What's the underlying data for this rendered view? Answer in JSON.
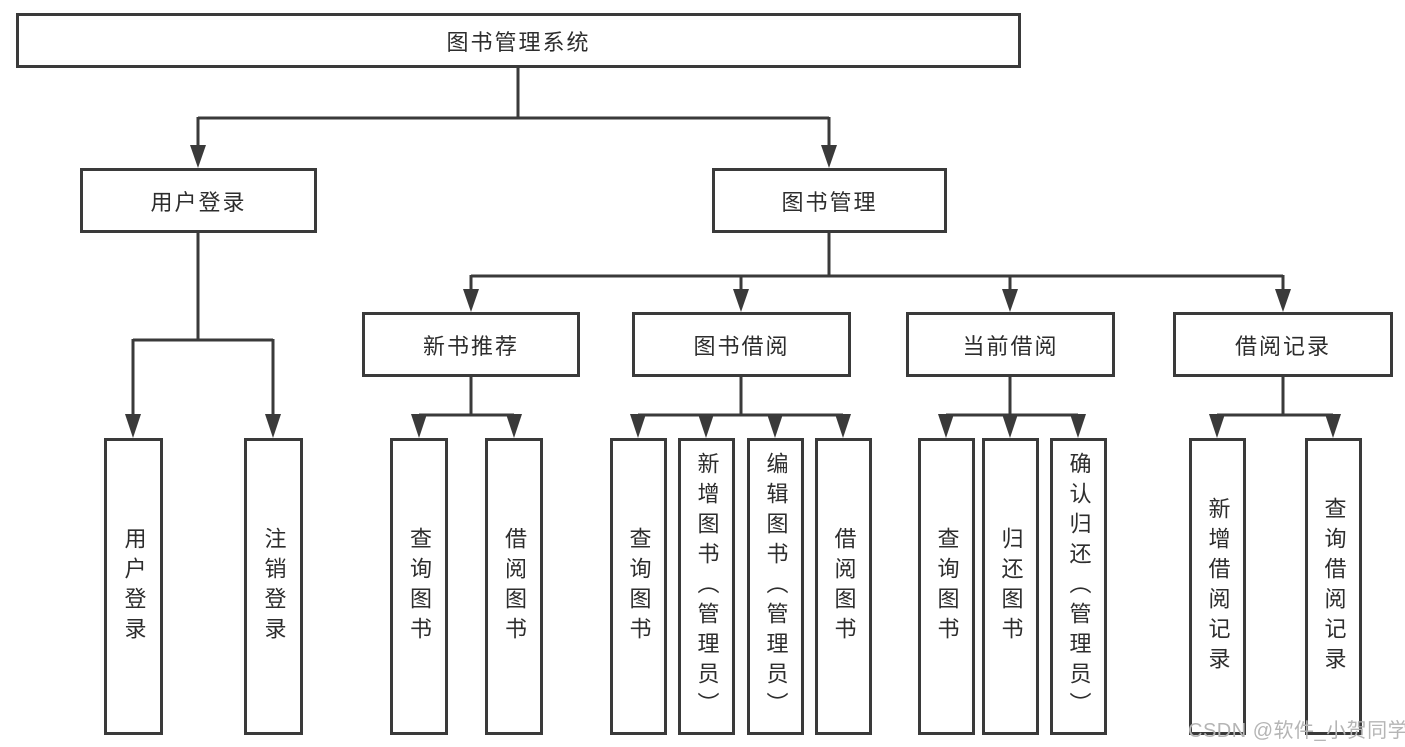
{
  "diagram": {
    "root": {
      "label": "图书管理系统"
    },
    "branches": [
      {
        "label": "用户登录",
        "children": [
          {
            "label": "用户登录"
          },
          {
            "label": "注销登录"
          }
        ]
      },
      {
        "label": "图书管理",
        "children": [
          {
            "label": "新书推荐",
            "children": [
              {
                "label": "查询图书"
              },
              {
                "label": "借阅图书"
              }
            ]
          },
          {
            "label": "图书借阅",
            "children": [
              {
                "label": "查询图书"
              },
              {
                "label": "新增图书（管理员）"
              },
              {
                "label": "编辑图书（管理员）"
              },
              {
                "label": "借阅图书"
              }
            ]
          },
          {
            "label": "当前借阅",
            "children": [
              {
                "label": "查询图书"
              },
              {
                "label": "归还图书"
              },
              {
                "label": "确认归还（管理员）"
              }
            ]
          },
          {
            "label": "借阅记录",
            "children": [
              {
                "label": "新增借阅记录"
              },
              {
                "label": "查询借阅记录"
              }
            ]
          }
        ]
      }
    ]
  },
  "watermark": {
    "text": "CSDN @软件_小贺同学"
  },
  "colors": {
    "line": "#3a3a3a",
    "text": "#2d2d2d",
    "watermark": "#b5b5b5",
    "background": "#ffffff"
  }
}
